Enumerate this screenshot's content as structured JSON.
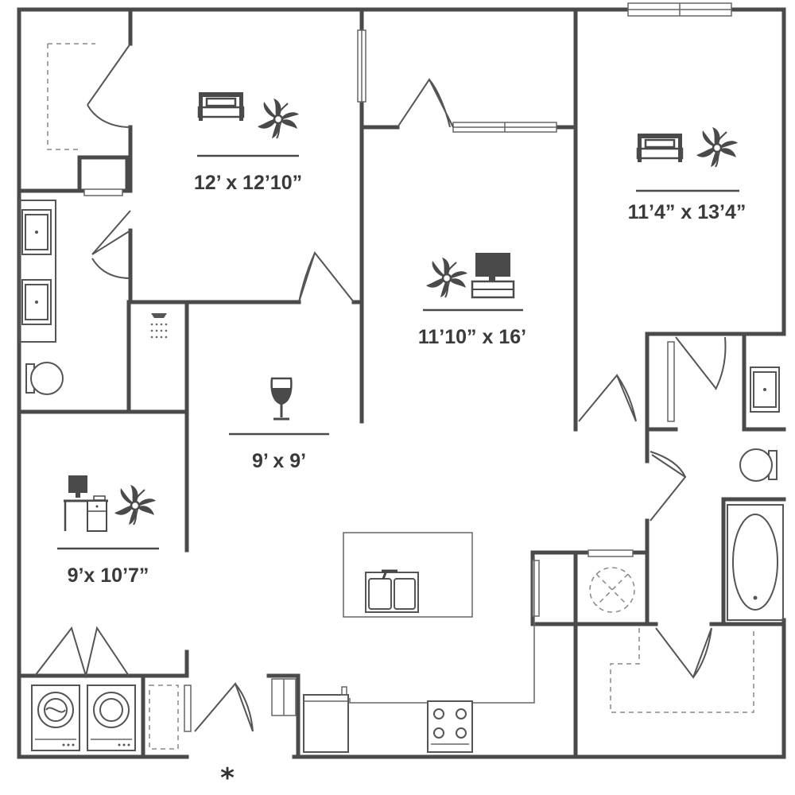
{
  "rooms": {
    "bedroom_1": {
      "dimensions": "12’ x 12’10”"
    },
    "bedroom_2": {
      "dimensions": "11’4” x 13’4”"
    },
    "living": {
      "dimensions": "11’10” x 16’"
    },
    "dining": {
      "dimensions": "9’ x 9’"
    },
    "study": {
      "dimensions": "9’x 10’7”"
    }
  },
  "entry_marker": "*",
  "icons": [
    "bed-icon",
    "ceiling-fan-icon",
    "tv-icon",
    "wine-glass-icon",
    "desk-computer-icon",
    "shower-icon",
    "sink-icon",
    "toilet-icon",
    "bathtub-icon",
    "washer-icon",
    "dryer-icon",
    "stove-icon",
    "kitchen-sink-icon"
  ]
}
